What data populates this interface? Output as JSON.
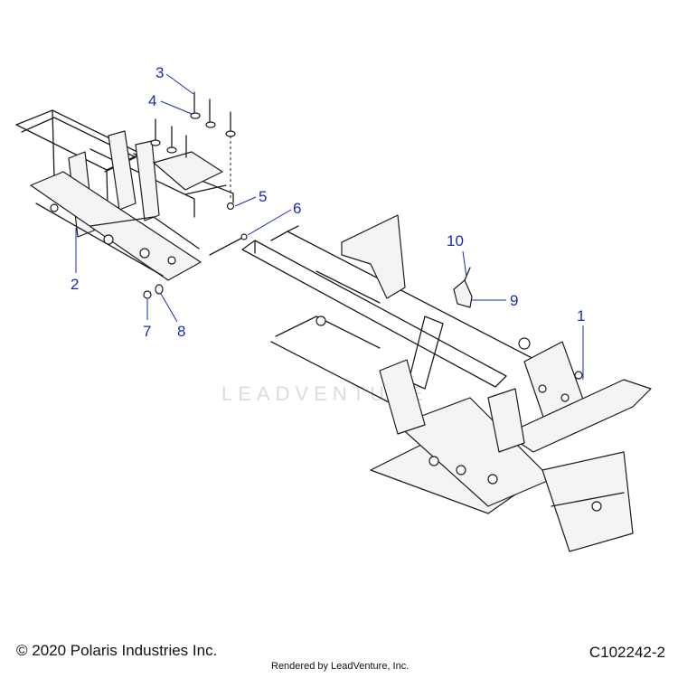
{
  "diagram": {
    "callouts": [
      "1",
      "2",
      "3",
      "4",
      "5",
      "6",
      "7",
      "8",
      "9",
      "10"
    ],
    "watermark": "LEADVENTURE"
  },
  "footer": {
    "copyright": "© 2020 Polaris Industries Inc.",
    "rendered_by": "Rendered by LeadVenture, Inc.",
    "part_code": "C102242-2"
  }
}
